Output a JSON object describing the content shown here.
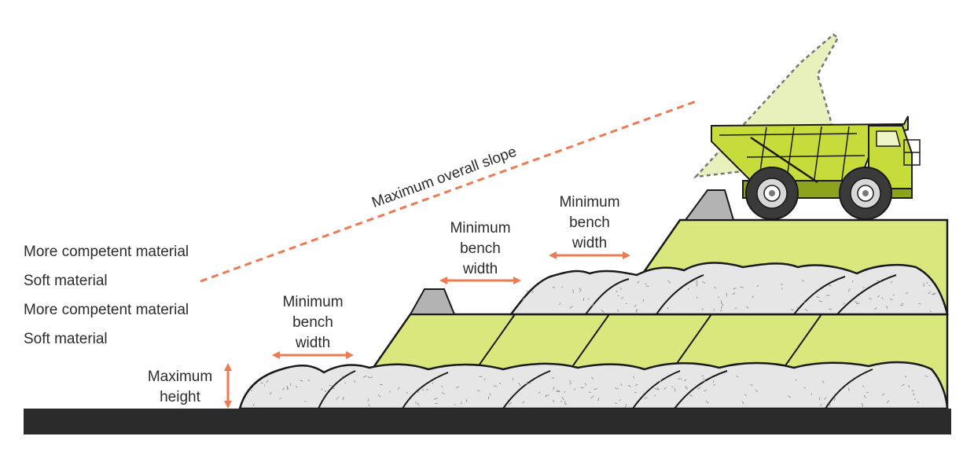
{
  "legend": {
    "items": [
      "More competent material",
      "Soft material",
      "More competent material",
      "Soft material"
    ]
  },
  "labels": {
    "max_slope": "Maximum overall slope",
    "bench_low": [
      "Minimum",
      "bench",
      "width"
    ],
    "bench_mid": [
      "Minimum",
      "bench",
      "width"
    ],
    "bench_high": [
      "Minimum",
      "bench",
      "width"
    ],
    "max_height": [
      "Maximum",
      "height"
    ]
  },
  "colors": {
    "competent_fill": "#d9e77c",
    "soft_fill": "#e6e6e6",
    "soft_speckle": "#9a9a9a",
    "outline": "#1a1a1a",
    "ground": "#2b2b2b",
    "accent": "#ee7a52",
    "truck_body": "#c7dc3a",
    "truck_dark": "#6e7d12",
    "dump_cone": "#e4eeb0",
    "berm": "#b3b3b3"
  },
  "icons": {
    "truck": "haul-truck-icon"
  }
}
